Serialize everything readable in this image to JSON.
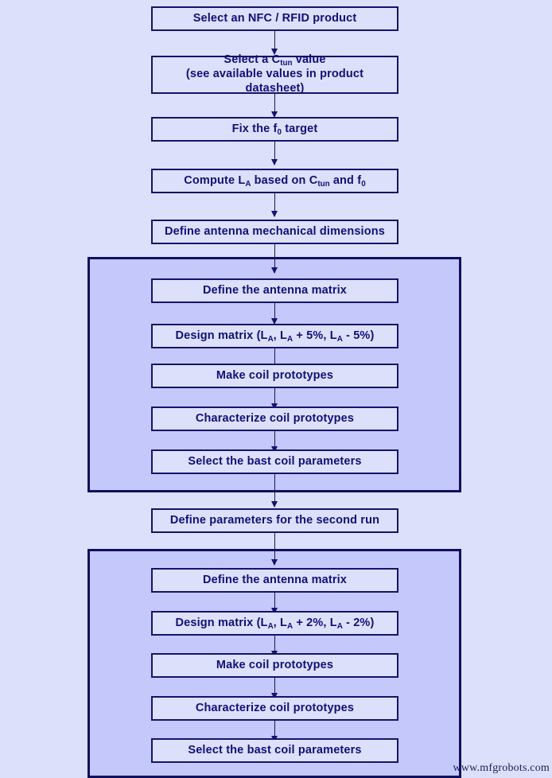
{
  "diagram": {
    "title": "NFC / RFID antenna design flowchart",
    "background_color": "#dde0fa",
    "node_fill": "#dde0fa",
    "node_border": "#14146a",
    "group_fill": "#c4c8fb",
    "group_border": "#101060",
    "text_color": "#101077",
    "nodes": [
      {
        "id": "n1",
        "label": "Select an NFC / RFID product"
      },
      {
        "id": "n2",
        "label_line1": "Select a C",
        "label_sub1": "tun",
        "label_line1b": " value",
        "label_line2": "(see available values in product datasheet)"
      },
      {
        "id": "n3",
        "label_a": "Fix the f",
        "label_sub": "0",
        "label_b": " target"
      },
      {
        "id": "n4",
        "label_a": "Compute L",
        "label_sub_a": "A",
        "label_b": " based on C",
        "label_sub_b": "tun",
        "label_c": " and f",
        "label_sub_c": "0"
      },
      {
        "id": "n5",
        "label": "Define antenna mechanical dimensions"
      },
      {
        "id": "n6",
        "label": "Define the antenna matrix"
      },
      {
        "id": "n7",
        "label_a": "Design matrix (L",
        "sub_a": "A",
        "label_b": ", L",
        "sub_b": "A",
        "label_c": " + 5%, L",
        "sub_c": "A",
        "label_d": " - 5%)"
      },
      {
        "id": "n8",
        "label": "Make coil prototypes"
      },
      {
        "id": "n9",
        "label": "Characterize coil prototypes"
      },
      {
        "id": "n10",
        "label": "Select the bast coil parameters"
      },
      {
        "id": "n11",
        "label": "Define parameters for the second run"
      },
      {
        "id": "n12",
        "label": "Define the antenna matrix"
      },
      {
        "id": "n13",
        "label_a": "Design matrix (L",
        "sub_a": "A",
        "label_b": ", L",
        "sub_b": "A",
        "label_c": " + 2%, L",
        "sub_c": "A",
        "label_d": " - 2%)"
      },
      {
        "id": "n14",
        "label": "Make coil prototypes"
      },
      {
        "id": "n15",
        "label": "Characterize coil prototypes"
      },
      {
        "id": "n16",
        "label": "Select the bast coil parameters"
      }
    ],
    "groups": [
      {
        "id": "g1",
        "name": "first-design-run-group"
      },
      {
        "id": "g2",
        "name": "second-design-run-group"
      }
    ]
  },
  "watermark": {
    "text": "www.mfgrobots.com"
  }
}
